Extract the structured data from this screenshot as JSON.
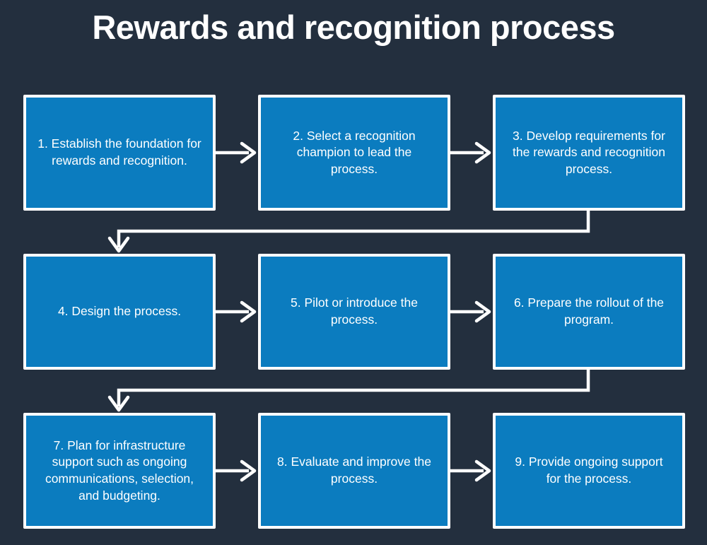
{
  "title": "Rewards and recognition process",
  "steps": [
    {
      "label": "1. Establish the foundation for rewards and recognition."
    },
    {
      "label": "2. Select a recognition champion to lead the process."
    },
    {
      "label": "3. Develop requirements for the rewards and recognition process."
    },
    {
      "label": "4. Design the process."
    },
    {
      "label": "5. Pilot or introduce the process."
    },
    {
      "label": "6. Prepare the rollout of the program."
    },
    {
      "label": "7. Plan for infrastructure support such as ongoing communications, selection, and budgeting."
    },
    {
      "label": "8. Evaluate and improve the process."
    },
    {
      "label": "9. Provide ongoing support for the process."
    }
  ],
  "colors": {
    "background": "#232F3E",
    "box-fill": "#0B7CBF",
    "box-border": "#FFFFFF",
    "text": "#FFFFFF",
    "arrow": "#FFFFFF"
  }
}
